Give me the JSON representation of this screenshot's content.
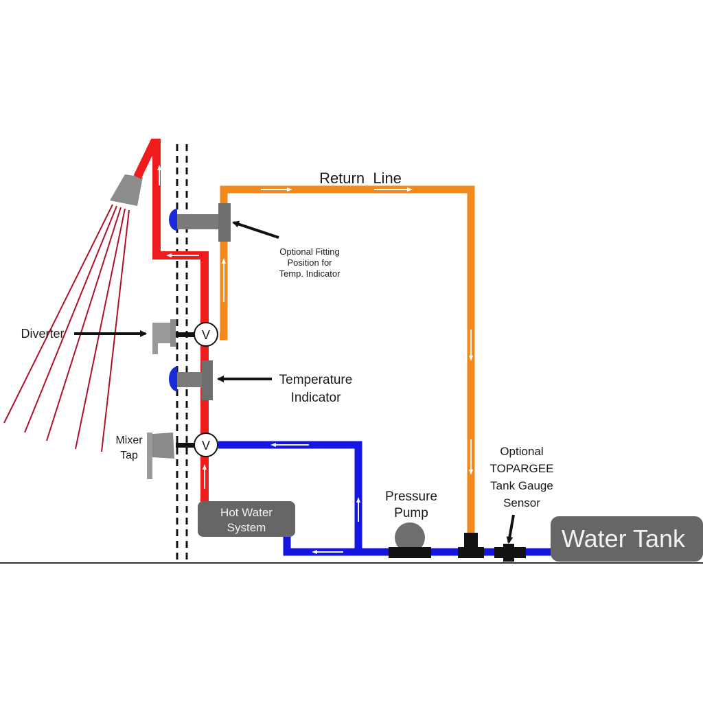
{
  "title": "Shower hot water return line plumbing diagram",
  "colors": {
    "hot": "#ee1c1c",
    "cold": "#1515e0",
    "return": "#f2891c",
    "fitting": "#7a7a7a",
    "box": "#666666",
    "indicator": "#1a2ad8",
    "spray": "#b0102a"
  },
  "labels": {
    "return_line": "Return  Line",
    "optional_fitting": [
      "Optional Fitting",
      "Position for",
      "Temp. Indicator"
    ],
    "diverter": "Diverter",
    "temperature_indicator": [
      "Temperature",
      "Indicator"
    ],
    "mixer_tap": [
      "Mixer",
      "Tap"
    ],
    "hot_water_system": [
      "Hot Water",
      "System"
    ],
    "pressure_pump": [
      "Pressure",
      "Pump"
    ],
    "sensor": [
      "Optional",
      "TOPARGEE",
      "Tank Gauge",
      "Sensor"
    ],
    "water_tank": "Water Tank",
    "valve_symbol": "V"
  }
}
